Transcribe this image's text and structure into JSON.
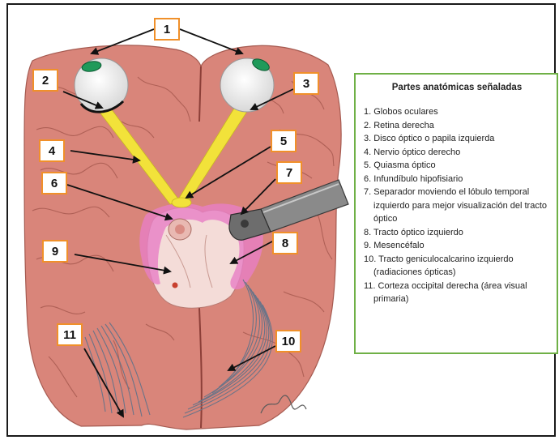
{
  "labels": [
    "1",
    "2",
    "3",
    "4",
    "5",
    "6",
    "7",
    "8",
    "9",
    "10",
    "11"
  ],
  "legend": {
    "title": "Partes anatómicas señaladas",
    "items": [
      "1. Globos oculares",
      "2. Retina derecha",
      "3. Disco óptico o papila izquierda",
      "4. Nervio óptico derecho",
      "5. Quiasma óptico",
      "6. Infundíbulo hipofisiario",
      "7. Separador moviendo el lóbulo temporal izquierdo para mejor visualización del tracto óptico",
      "8. Tracto óptico izquierdo",
      "9. Mesencéfalo",
      "10. Tracto geniculocalcarino izquierdo (radiaciones ópticas)",
      "11. Corteza occipital derecha (área visual primaria)"
    ]
  },
  "colors": {
    "label_border": "#f0902a",
    "legend_border": "#6fb046",
    "brain": "#d9857a",
    "optic_nerve": "#f2e23a",
    "optic_tract": "#e77ec6",
    "iris": "#1f9a5a",
    "radiations": "#6a7488"
  }
}
